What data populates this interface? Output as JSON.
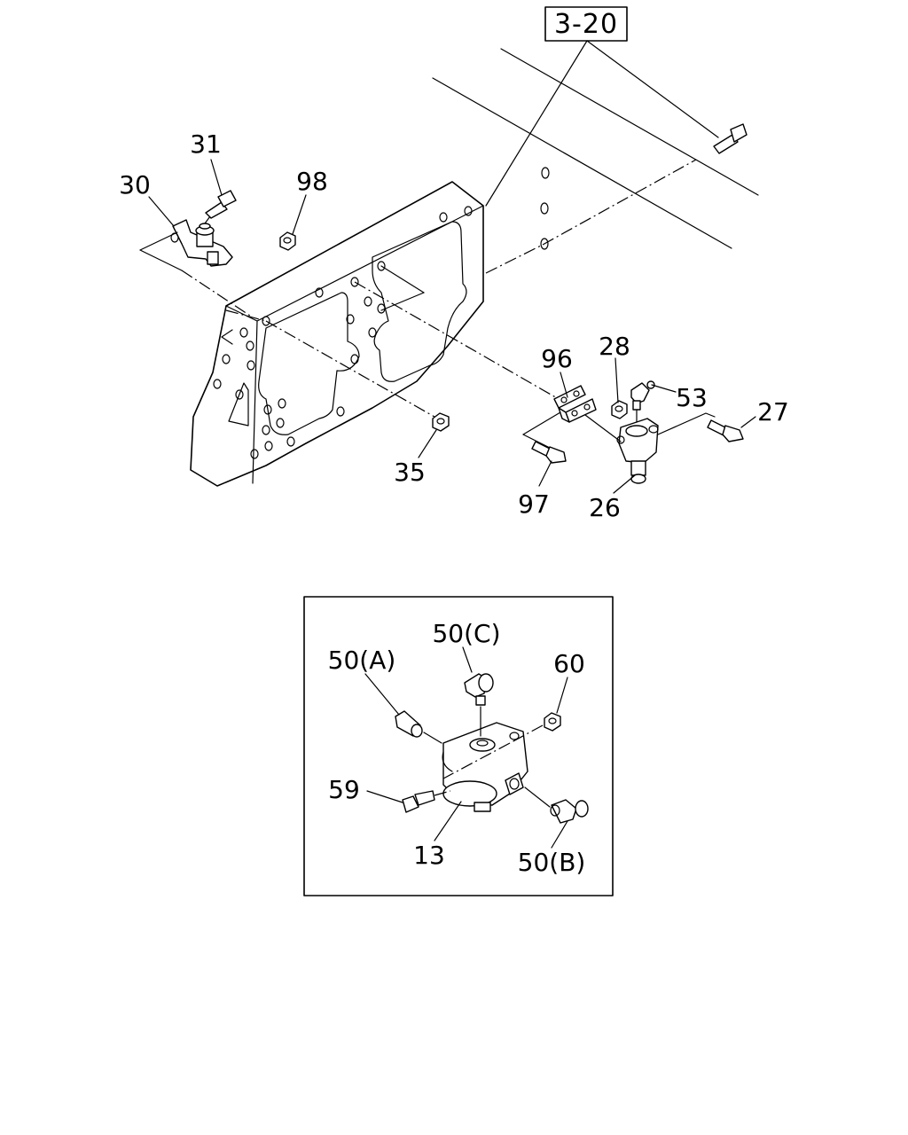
{
  "reference_box": "3-20",
  "labels": {
    "l31": "31",
    "l30": "30",
    "l98": "98",
    "l96": "96",
    "l28": "28",
    "l53": "53",
    "l27": "27",
    "l35": "35",
    "l97": "97",
    "l26": "26"
  },
  "detail_labels": {
    "l50c": "50(C)",
    "l50a": "50(A)",
    "l60": "60",
    "l59": "59",
    "l13": "13",
    "l50b": "50(B)"
  }
}
